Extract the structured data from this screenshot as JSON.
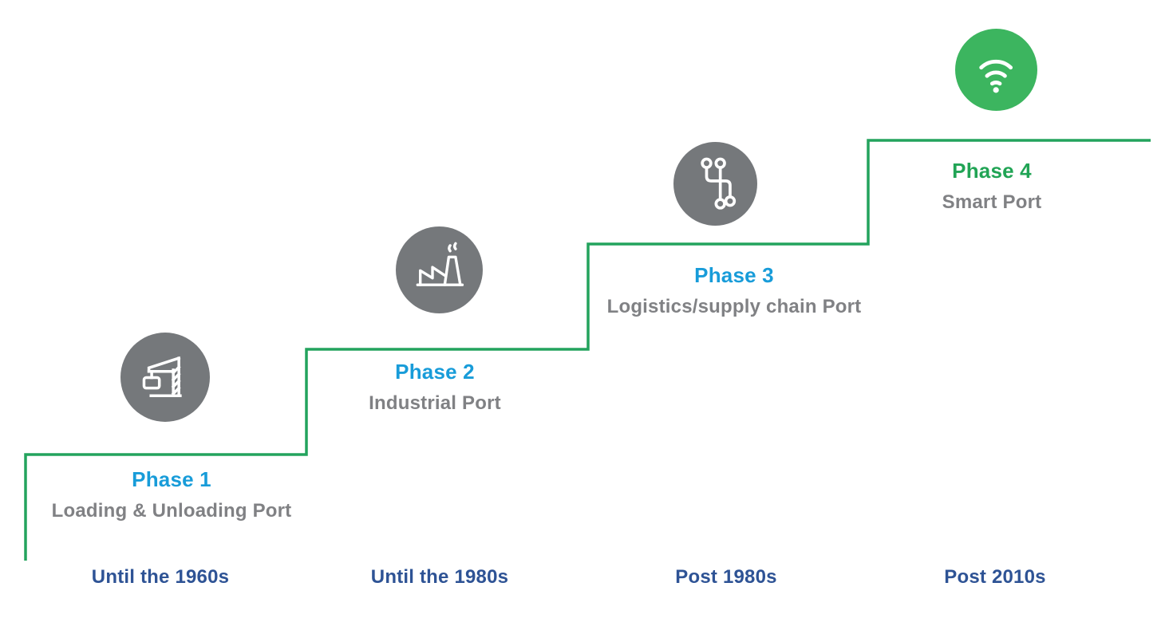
{
  "diagram": {
    "kind": "staircase-timeline",
    "steps_count": 4
  },
  "phases": [
    {
      "label": "Phase 1",
      "title": "Loading & Unloading Port",
      "period": "Until the 1960s",
      "icon": "crane-icon",
      "label_color": "#189CD9",
      "icon_bg": "#75787B"
    },
    {
      "label": "Phase 2",
      "title": "Industrial Port",
      "period": "Until the 1980s",
      "icon": "factory-icon",
      "label_color": "#189CD9",
      "icon_bg": "#75787B"
    },
    {
      "label": "Phase 3",
      "title": "Logistics/supply chain Port",
      "period": "Post 1980s",
      "icon": "network-icon",
      "label_color": "#189CD9",
      "icon_bg": "#75787B"
    },
    {
      "label": "Phase 4",
      "title": "Smart Port",
      "period": "Post 2010s",
      "icon": "wifi-icon",
      "label_color": "#21A455",
      "icon_bg": "#3CB55F"
    }
  ],
  "colors": {
    "step_line": "#23A35D",
    "phase_label_blue": "#189CD9",
    "phase_label_green": "#21A455",
    "title_gray": "#808184",
    "period_navy": "#2E5395",
    "icon_gray": "#75787B",
    "icon_green": "#3CB55F",
    "background": "#FFFFFF"
  }
}
